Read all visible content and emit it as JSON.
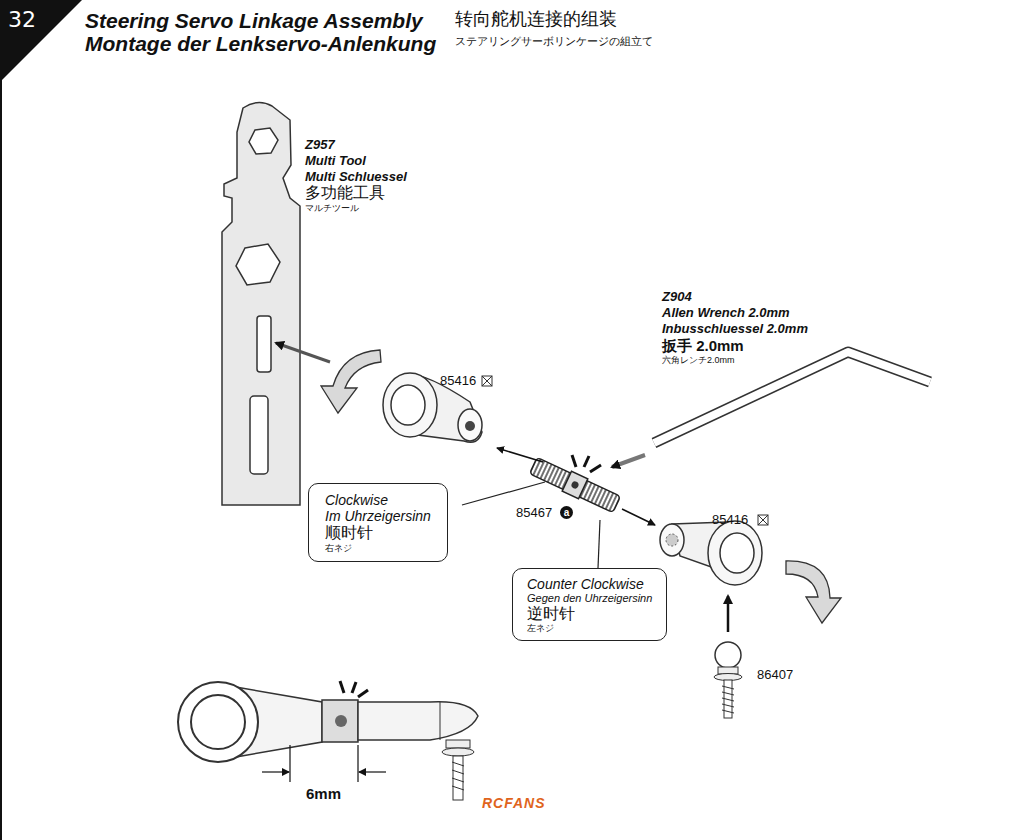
{
  "diagram": {
    "title": "Steering Servo Linkage Assembly",
    "nodes": [
      {
        "text": [
          "32"
        ]
      },
      {
        "text": [
          "Clockwise",
          "Im Uhrzeigersinn",
          "顺时针",
          "右ネジ"
        ]
      },
      {
        "text": [
          "Counter Clockwise",
          "Gegen den Uhrzeigersinn",
          "逆时针",
          "左ネジ"
        ]
      }
    ],
    "labels": [
      "Montage der Lenkservo-Anlenkung",
      "转向舵机连接的组装",
      "ステアリングサーボリンケージの組立て",
      "Z957",
      "Multi Tool",
      "Multi Schluessel",
      "多功能工具",
      "マルチツール",
      "Z904",
      "Allen Wrench 2.0mm",
      "Inbusschluessel 2.0mm",
      "扳手 2.0mm",
      "六角レンチ2.0mm",
      "85416",
      "85467",
      "a",
      "85416",
      "86407",
      "6mm",
      "RCFANS"
    ]
  }
}
